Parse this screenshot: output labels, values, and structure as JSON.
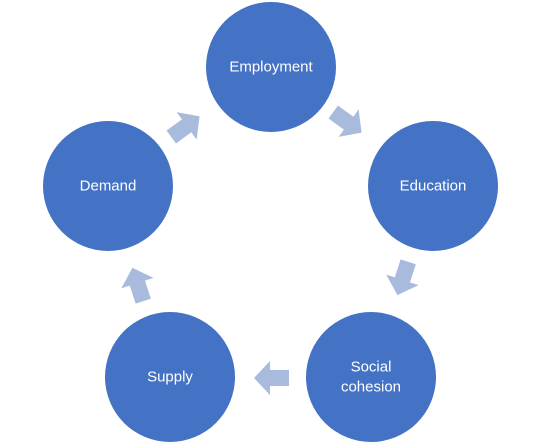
{
  "diagram": {
    "type": "cycle",
    "colors": {
      "node_fill": "#4472C4",
      "arrow_fill": "#A9BBDD",
      "text": "#FFFFFF"
    },
    "nodes": [
      {
        "id": "employment",
        "lines": [
          "Employment"
        ]
      },
      {
        "id": "education",
        "lines": [
          "Education"
        ]
      },
      {
        "id": "social-cohesion",
        "lines": [
          "Social",
          "cohesion"
        ]
      },
      {
        "id": "supply",
        "lines": [
          "Supply"
        ]
      },
      {
        "id": "demand",
        "lines": [
          "Demand"
        ]
      }
    ],
    "arrows": [
      {
        "from": "employment",
        "to": "education"
      },
      {
        "from": "education",
        "to": "social-cohesion"
      },
      {
        "from": "social-cohesion",
        "to": "supply"
      },
      {
        "from": "supply",
        "to": "demand"
      },
      {
        "from": "demand",
        "to": "employment"
      }
    ]
  }
}
